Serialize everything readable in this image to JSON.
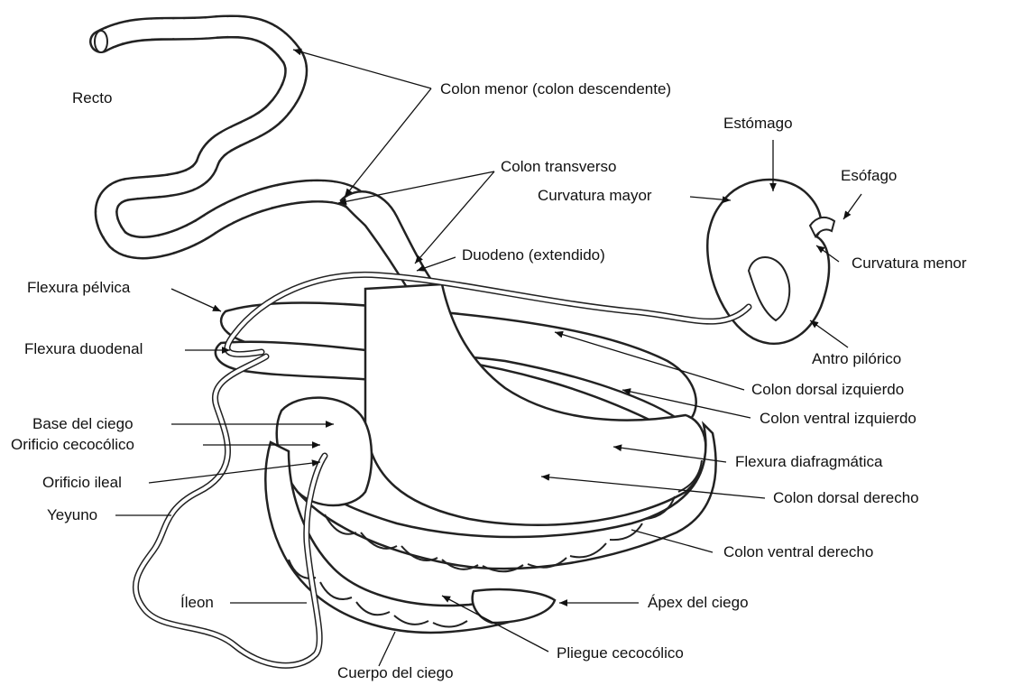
{
  "labels": {
    "recto": "Recto",
    "colon_menor": "Colon menor (colon descendente)",
    "estomago": "Estómago",
    "colon_transverso": "Colon transverso",
    "esofago": "Esófago",
    "curvatura_mayor": "Curvatura mayor",
    "duodeno": "Duodeno (extendido)",
    "curvatura_menor": "Curvatura menor",
    "flexura_pelvica": "Flexura pélvica",
    "flexura_duodenal": "Flexura duodenal",
    "antro_pilorico": "Antro pilórico",
    "colon_dorsal_izquierdo": "Colon dorsal izquierdo",
    "base_del_ciego": "Base del ciego",
    "colon_ventral_izquierdo": "Colon ventral izquierdo",
    "orificio_cecocolico": "Orificio cecocólico",
    "orificio_ileal": "Orificio ileal",
    "flexura_diafragmatica": "Flexura diafragmática",
    "yeyuno": "Yeyuno",
    "colon_dorsal_derecho": "Colon dorsal derecho",
    "colon_ventral_derecho": "Colon ventral derecho",
    "ileon": "Íleon",
    "apex_del_ciego": "Ápex del ciego",
    "pliegue_cecocolico": "Pliegue cecocólico",
    "cuerpo_del_ciego": "Cuerpo del ciego"
  }
}
